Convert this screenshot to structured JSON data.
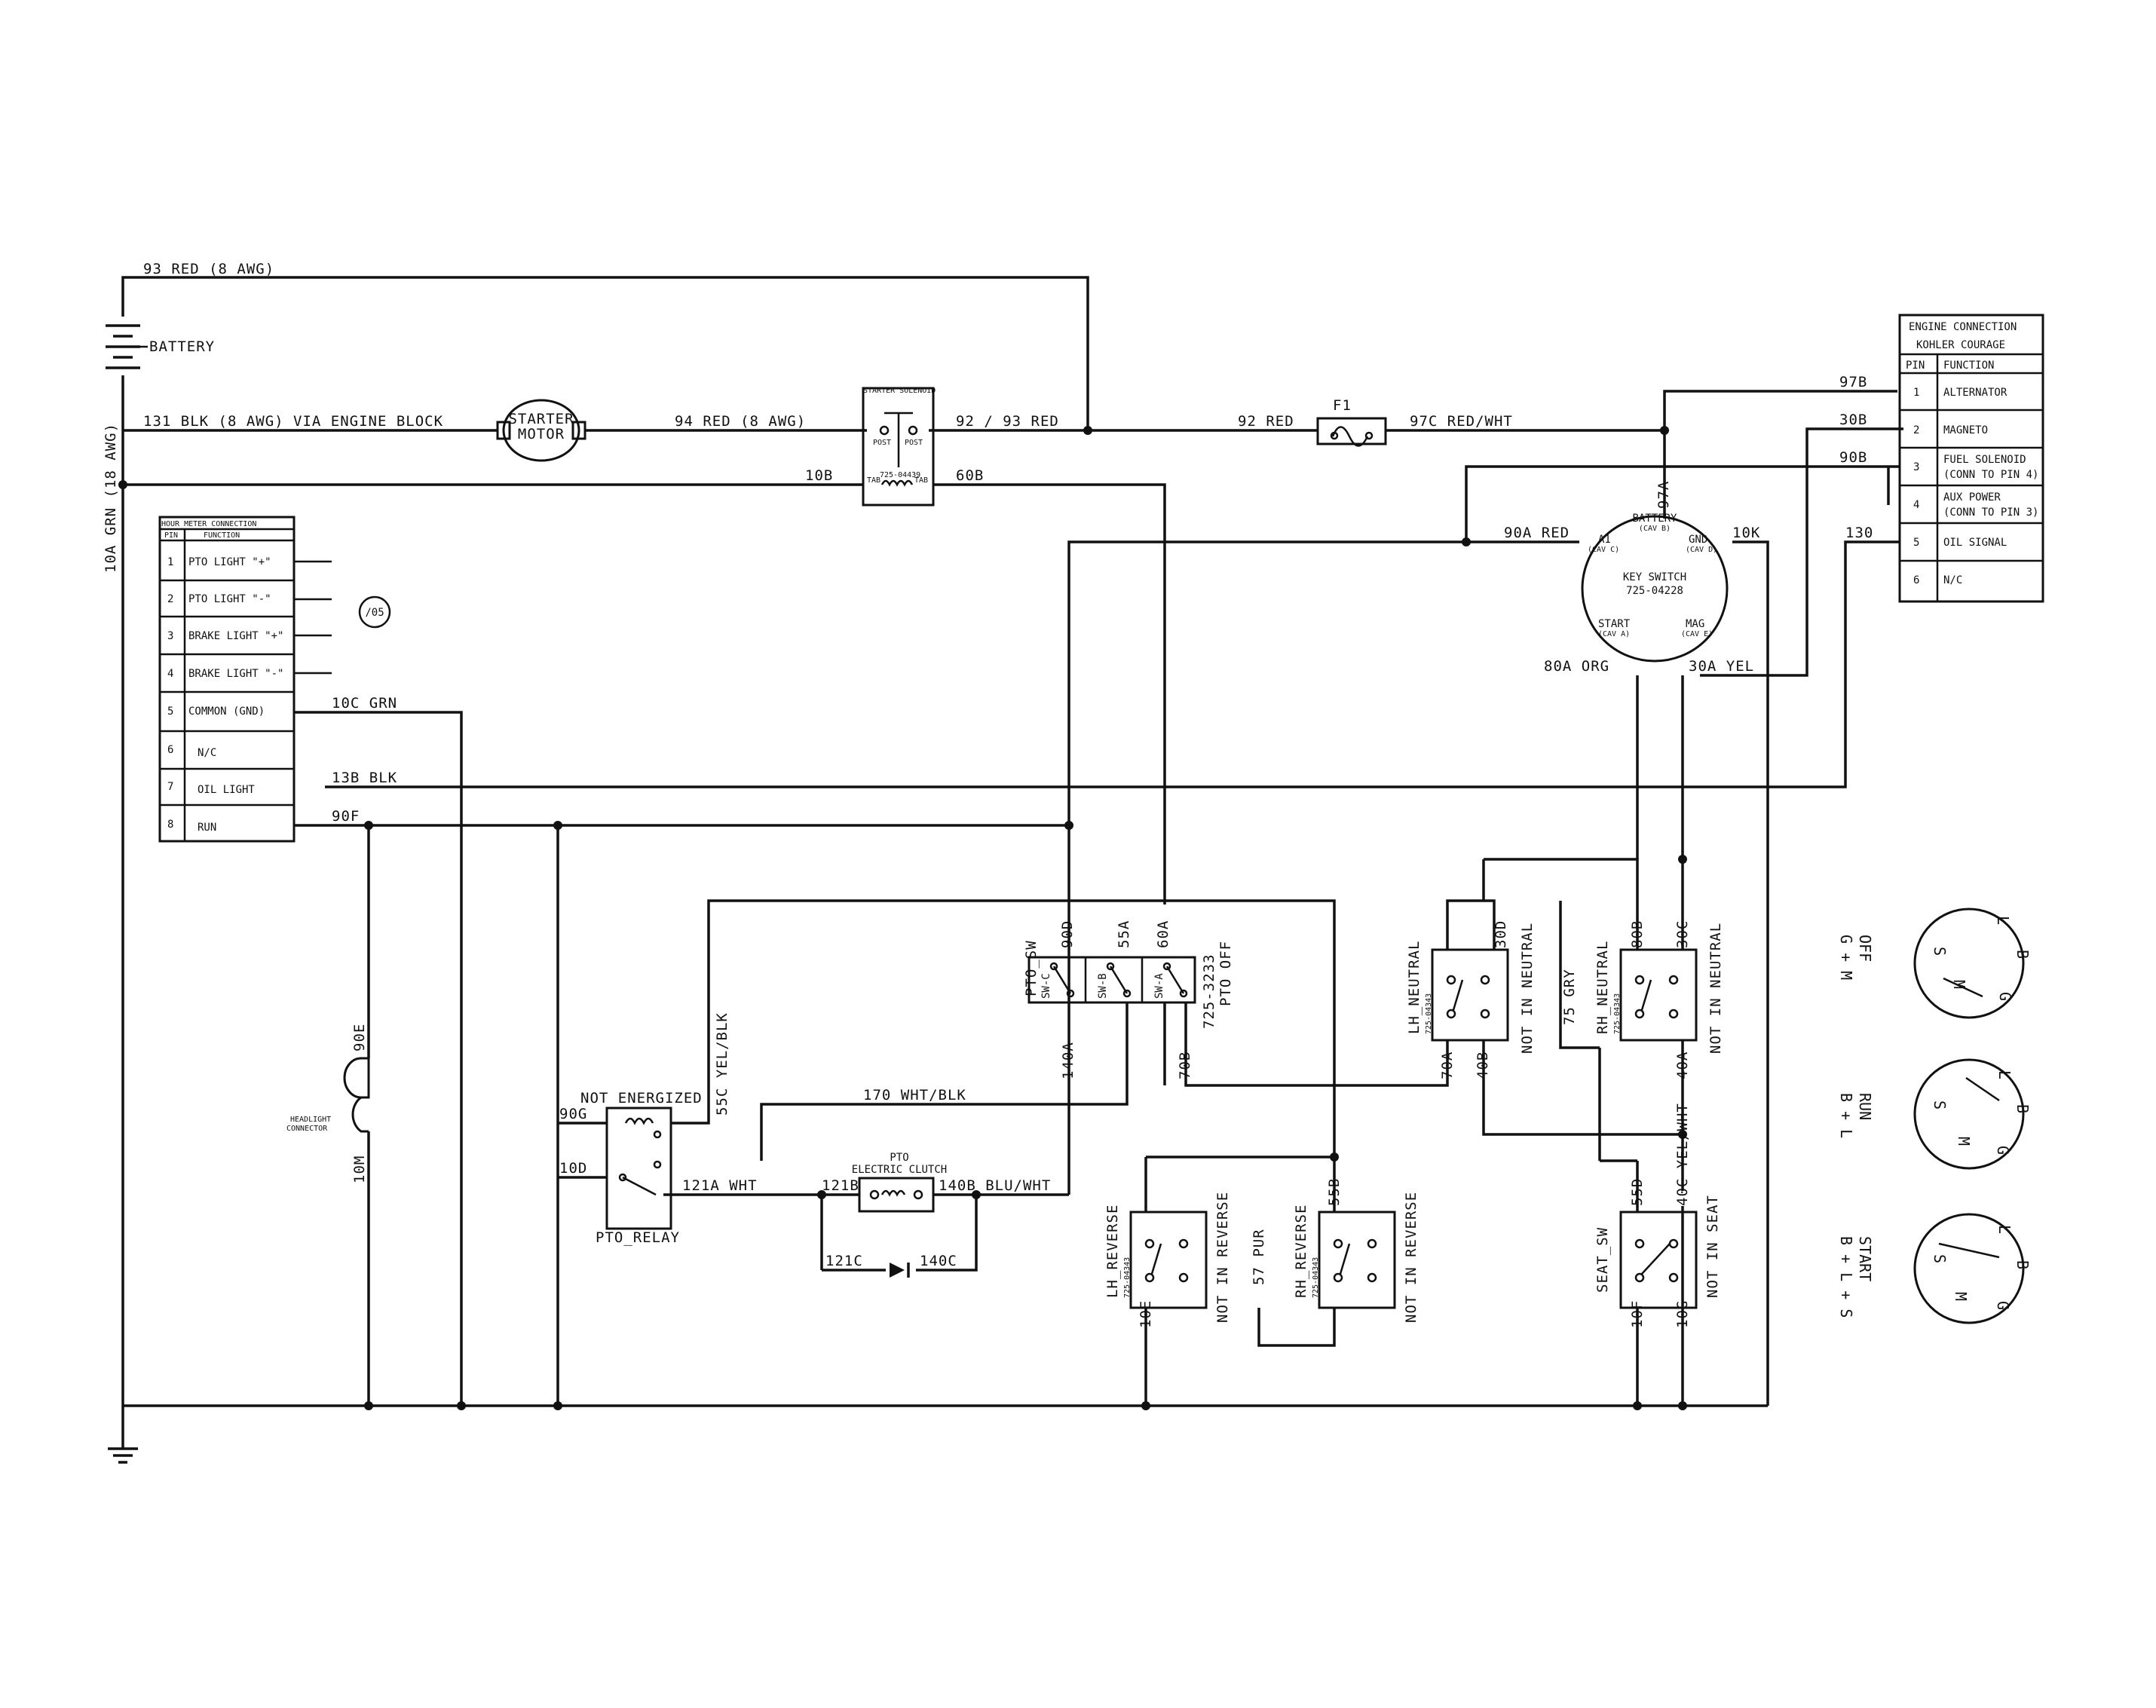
{
  "wires": {
    "w93": "93 RED (8 AWG)",
    "battery": "BATTERY",
    "w131": "131 BLK (8 AWG) VIA ENGINE BLOCK",
    "starter_line1": "STARTER",
    "starter_line2": "MOTOR",
    "w94": "94 RED (8 AWG)",
    "starter_solenoid": "STARTER SOLENOID",
    "post": "POST",
    "solenoid_pn": "725-04439",
    "tab": "TAB",
    "w92_93": "92 / 93 RED",
    "w92": "92 RED",
    "f1": "F1",
    "w97c": "97C RED/WHT",
    "w10a": "10A GRN (18 AWG)",
    "w10b": "10B",
    "w60b": "60B",
    "w97b": "97B",
    "w30b": "30B",
    "w90b": "90B",
    "w130": "130",
    "w97a": "97A",
    "w90a": "90A RED",
    "w10k": "10K",
    "w80a": "80A ORG",
    "w30a": "30A YEL",
    "w10c": "10C GRN",
    "w13b": "13B BLK",
    "w90f": "90F",
    "w90e": "90E",
    "w10m": "10M",
    "headlight1": "HEADLIGHT",
    "headlight2": "CONNECTOR",
    "w90d": "90D",
    "w55a": "55A",
    "w60a": "60A",
    "pto_sw": "PTO_SW",
    "sw_c": "SW-C",
    "sw_b": "SW-B",
    "sw_a": "SW-A",
    "pto_pn": "725-3233",
    "pto_off": "PTO OFF",
    "w140a": "140A",
    "w70b": "70B",
    "not_energized": "NOT ENERGIZED",
    "w90g": "90G",
    "w55c": "55C YEL/BLK",
    "w170": "170 WHT/BLK",
    "w10d": "10D",
    "w121a": "121A WHT",
    "pto_relay": "PTO_RELAY",
    "pto": "PTO",
    "electric_clutch": "ELECTRIC CLUTCH",
    "w121b": "121B",
    "w140b": "140B BLU/WHT",
    "w121c": "121C",
    "w140c": "140C",
    "lh_neutral": "LH_NEUTRAL",
    "rh_neutral": "RH_NEUTRAL",
    "w30d": "30D",
    "w80b": "80B",
    "w30c": "30C",
    "not_in_neutral": "NOT IN NEUTRAL",
    "w75": "75 GRY",
    "w70a": "70A",
    "w40b": "40B",
    "w40a": "40A",
    "w40c": "40C YEL/WHT",
    "lh_reverse": "LH_REVERSE",
    "rh_reverse": "RH_REVERSE",
    "not_in_reverse": "NOT IN REVERSE",
    "w57": "57 PUR",
    "w55b": "55B",
    "w10e": "10E",
    "seat_sw": "SEAT_SW",
    "w55d": "55D",
    "not_in_seat": "NOT IN SEAT",
    "w10f": "10F",
    "w10g": "10G",
    "switch_pn": "725-04343",
    "ref": "/05"
  },
  "key_switch": {
    "name": "KEY SWITCH",
    "part": "725-04228",
    "battery": "BATTERY",
    "a1": "A1",
    "gnd": "GND",
    "start": "START",
    "mag": "MAG",
    "cav_b": "(CAV B)",
    "cav_a": "(CAV A)",
    "cav_c": "(CAV C)",
    "cav_d": "(CAV D)",
    "cav_e": "(CAV E)"
  },
  "engine_table": {
    "title1": "ENGINE CONNECTION",
    "title2": "KOHLER COURAGE",
    "col_pin": "PIN",
    "col_function": "FUNCTION",
    "rows": [
      {
        "pin": "1",
        "fn": "ALTERNATOR",
        "fn2": ""
      },
      {
        "pin": "2",
        "fn": "MAGNETO",
        "fn2": ""
      },
      {
        "pin": "3",
        "fn": "FUEL SOLENOID",
        "fn2": "(CONN TO PIN 4)"
      },
      {
        "pin": "4",
        "fn": "AUX POWER",
        "fn2": "(CONN TO PIN 3)"
      },
      {
        "pin": "5",
        "fn": "OIL SIGNAL",
        "fn2": ""
      },
      {
        "pin": "6",
        "fn": "N/C",
        "fn2": ""
      }
    ]
  },
  "hour_table": {
    "title": "HOUR METER CONNECTION",
    "col_pin": "PIN",
    "col_function": "FUNCTION",
    "rows": [
      {
        "pin": "1",
        "fn": "PTO LIGHT \"+\""
      },
      {
        "pin": "2",
        "fn": "PTO LIGHT \"-\""
      },
      {
        "pin": "3",
        "fn": "BRAKE LIGHT \"+\""
      },
      {
        "pin": "4",
        "fn": "BRAKE LIGHT \"-\""
      },
      {
        "pin": "5",
        "fn": "COMMON (GND)"
      },
      {
        "pin": "6",
        "fn": "N/C"
      },
      {
        "pin": "7",
        "fn": "OIL LIGHT"
      },
      {
        "pin": "8",
        "fn": "RUN"
      }
    ]
  },
  "positions": [
    {
      "name": "OFF",
      "conn": "G + M"
    },
    {
      "name": "RUN",
      "conn": "B + L"
    },
    {
      "name": "START",
      "conn": "B + L + S"
    }
  ],
  "dial_letters": {
    "l": "L",
    "b": "B",
    "g": "G",
    "m": "M",
    "s": "S"
  }
}
